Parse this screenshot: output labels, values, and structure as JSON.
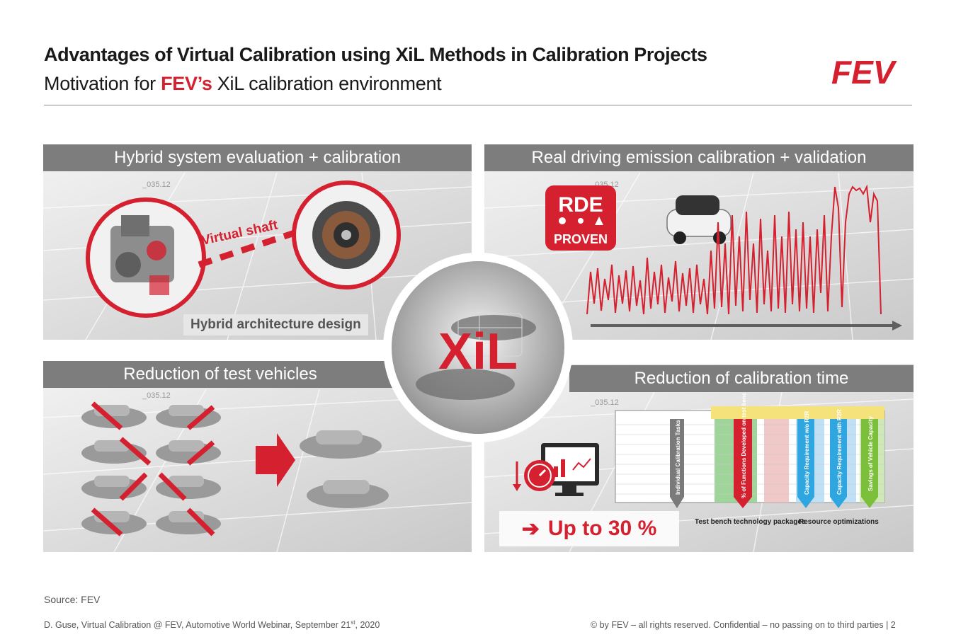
{
  "header": {
    "title": "Advantages of Virtual Calibration using XiL Methods in Calibration Projects",
    "subtitle_prefix": "Motivation for ",
    "subtitle_accent": "FEV’s",
    "subtitle_suffix": " XiL calibration environment",
    "logo_text": "FEV"
  },
  "colors": {
    "accent": "#d5202f",
    "panel_header": "#7d7d7d",
    "rule": "#8a8a8a"
  },
  "panels": {
    "hybrid": {
      "title": "Hybrid system evaluation + calibration",
      "shaft_label": "Virtual shaft",
      "badge": "Hybrid architecture design"
    },
    "rde": {
      "title": "Real driving emission calibration + validation",
      "rde_badge_top": "RDE",
      "rde_badge_bottom": "PROVEN"
    },
    "vehicles": {
      "title": "Reduction of test vehicles"
    },
    "time": {
      "title": "Reduction of calibration time",
      "result": "Up to 30 %",
      "package_left": "Test bench technology packages",
      "package_right": "Resource optimizations",
      "table_columns": [
        "Individual Calibration Tasks",
        "% of Functions Developed on test bench",
        "Capacity Requirement w/o R2R",
        "Capacity Requirement with R2R",
        "Savings of Vehicle Capacity"
      ]
    }
  },
  "center": {
    "label": "XiL"
  },
  "decor": {
    "map_tick": "_035.12"
  },
  "source": "Source: FEV",
  "footer": {
    "left_main": "D. Guse, Virtual Calibration @ FEV, Automotive World Webinar, September 21",
    "left_sup": "st",
    "left_tail": ", 2020",
    "right": "© by FEV – all rights reserved. Confidential – no passing on to third parties  |  2"
  }
}
